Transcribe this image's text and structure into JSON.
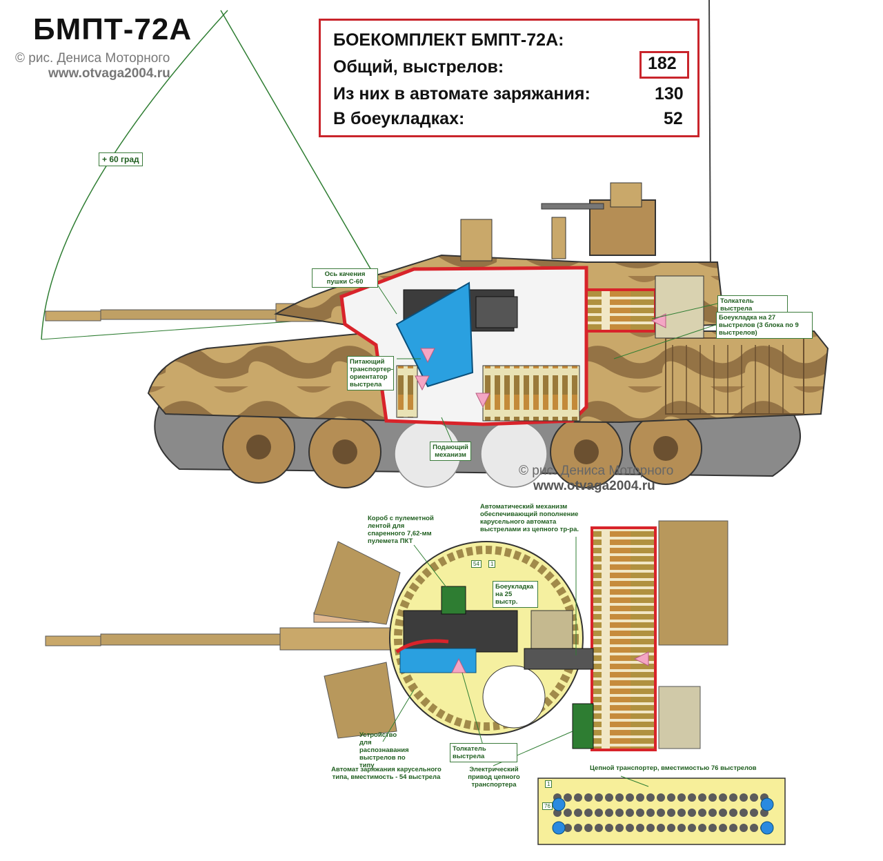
{
  "title": "БМПТ-72А",
  "credits": {
    "top_line1": "© рис. Дениса Моторного",
    "top_line2": "www.otvaga2004.ru",
    "mid_line1": "© рис. Дениса Моторного",
    "mid_line2": "www.otvaga2004.ru"
  },
  "ammo_table": {
    "heading": "БОЕКОМПЛЕКТ БМПТ-72А:",
    "rows": [
      {
        "label": "Общий, выстрелов:",
        "value": "182"
      },
      {
        "label": "Из них в автомате заряжания:",
        "value": "130"
      },
      {
        "label": "В боеукладках:",
        "value": "52"
      }
    ]
  },
  "side_view": {
    "elevation_label": "+ 60 град",
    "labels": {
      "gun_axis": "Ось качения пушки С-60",
      "feed_transporter": "Питающий транспортер-ориентатор выстрела",
      "feed_mechanism": "Подающий механизм",
      "rammer": "Толкатель выстрела",
      "stowage_27": "Боеукладка на 27 выстрелов (3 блока по 9 выстрелов)"
    }
  },
  "top_view": {
    "labels": {
      "mg_box": "Короб с пулеметной лентой для спаренного 7,62-мм пулемета ПКТ",
      "auto_mech": "Автоматический механизм обеспечивающий пополнение карусельного автомата выстрелами из цепного тр-ра.",
      "stowage_25": "Боеукладка на 25 выстр.",
      "type_recog": "Устройство для распознавания выстрелов по типу",
      "rammer": "Толкатель выстрела",
      "carousel": "Автомат заряжания карусельного типа, вместимость - 54 выстрела",
      "electric_drive": "Электрический привод цепного транспортера",
      "chain_transporter": "Цепной транспортер, вместимостью 76 выстрелов"
    },
    "carousel_tags": [
      "54",
      "1"
    ],
    "chain_tags": [
      "1",
      "76"
    ]
  },
  "colors": {
    "camo_tan": "#c9a86a",
    "camo_brown": "#8b6a3e",
    "armor_red": "#d8232a",
    "carousel_yellow": "#f5f0a0",
    "feed_blue": "#2aa0e0",
    "label_green": "#1f5e1f",
    "arrow_pink": "#f4a6c4"
  }
}
